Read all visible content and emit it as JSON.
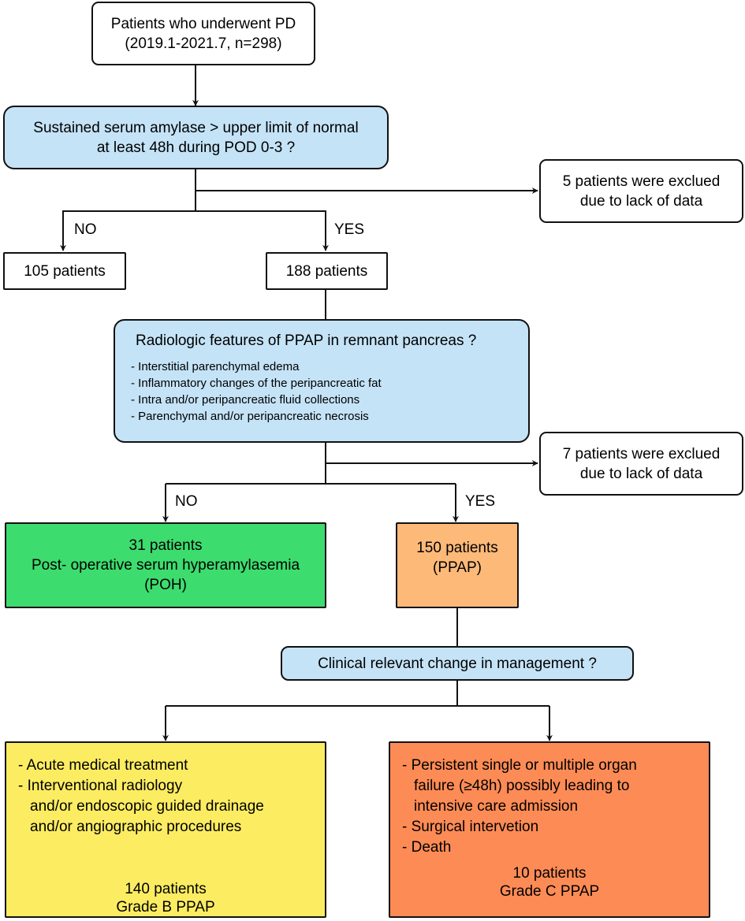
{
  "start": {
    "line1": "Patients who underwent PD",
    "line2": "(2019.1-2021.7, n=298)"
  },
  "q1": {
    "line1": "Sustained serum amylase > upper limit of normal",
    "line2": "at least 48h during POD 0-3 ?"
  },
  "excl1": {
    "line1": "5 patients were exclued",
    "line2": "due to lack of data"
  },
  "no1": "NO",
  "yes1": "YES",
  "n105": "105 patients",
  "n188": "188 patients",
  "q2": {
    "title": "Radiologic features of PPAP in remnant pancreas ?",
    "items": [
      "- Interstitial parenchymal edema",
      "- Inflammatory changes of the peripancreatic fat",
      "- Intra and/or peripancreatic fluid collections",
      "- Parenchymal and/or peripancreatic necrosis"
    ]
  },
  "excl2": {
    "line1": "7 patients were exclued",
    "line2": "due to lack of data"
  },
  "no2": "NO",
  "yes2": "YES",
  "poh": {
    "line1": "31 patients",
    "line2": "Post- operative serum hyperamylasemia",
    "line3": "(POH)"
  },
  "ppap": {
    "line1": "150 patients",
    "line2": "(PPAP)"
  },
  "q3": "Clinical relevant change in management ?",
  "gradeB": {
    "items": [
      "- Acute medical treatment",
      "- Interventional radiology"
    ],
    "cont": [
      "and/or endoscopic guided drainage",
      "and/or angiographic procedures"
    ],
    "count": "140 patients",
    "grade": "Grade B  PPAP"
  },
  "gradeC": {
    "item1": "- Persistent single or multiple organ",
    "cont": [
      "failure (≥48h) possibly leading to",
      "intensive care admission"
    ],
    "items": [
      "- Surgical intervetion",
      "- Death"
    ],
    "count": "10 patients",
    "grade": "Grade C  PPAP"
  },
  "colors": {
    "blue": "#c4e3f7",
    "green": "#3ddc6e",
    "peach": "#fdb978",
    "yellow": "#fcec62",
    "orange": "#fd8b55",
    "arrowB": "#c0781e",
    "arrowC": "#c0280f"
  }
}
